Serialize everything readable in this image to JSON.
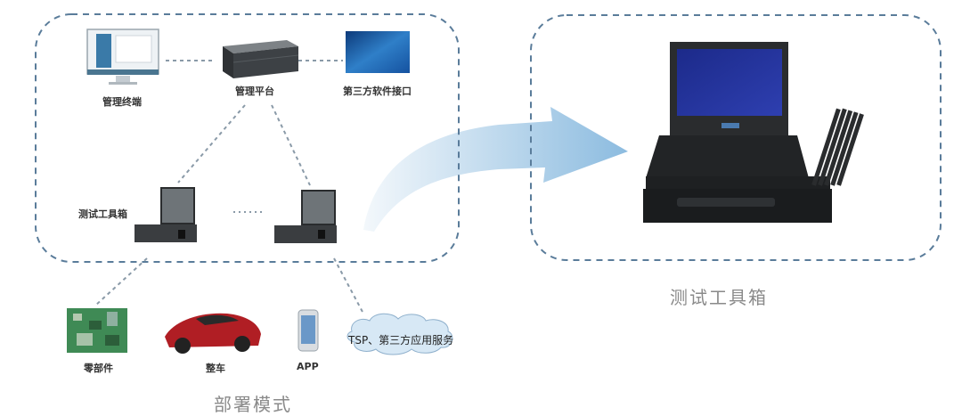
{
  "colors": {
    "dashed_border": "#5a7c9a",
    "connector": "#8a9aa8",
    "arrow_start": "#eef5fb",
    "arrow_end": "#7fb4dc",
    "caption_text": "#8a8a8a",
    "label_text": "#333333",
    "cloud_fill": "#d7e8f5"
  },
  "deployment": {
    "caption": "部署模式",
    "nodes": {
      "management_terminal": {
        "label": "管理终端",
        "icon": "monitor-icon"
      },
      "management_platform": {
        "label": "管理平台",
        "icon": "server-icon"
      },
      "third_party_interface": {
        "label": "第三方软件接口",
        "icon": "interface-image-icon"
      },
      "test_toolbox_label": "测试工具箱",
      "ellipsis": "……"
    },
    "targets": [
      {
        "label": "零部件",
        "icon": "circuit-board-icon"
      },
      {
        "label": "整车",
        "icon": "car-icon"
      },
      {
        "label": "APP",
        "icon": "smartphone-icon"
      },
      {
        "label": "TSP、第三方应用服务",
        "icon": "cloud-icon"
      }
    ]
  },
  "toolbox": {
    "caption": "测试工具箱",
    "icon": "rugged-laptop-icon"
  }
}
